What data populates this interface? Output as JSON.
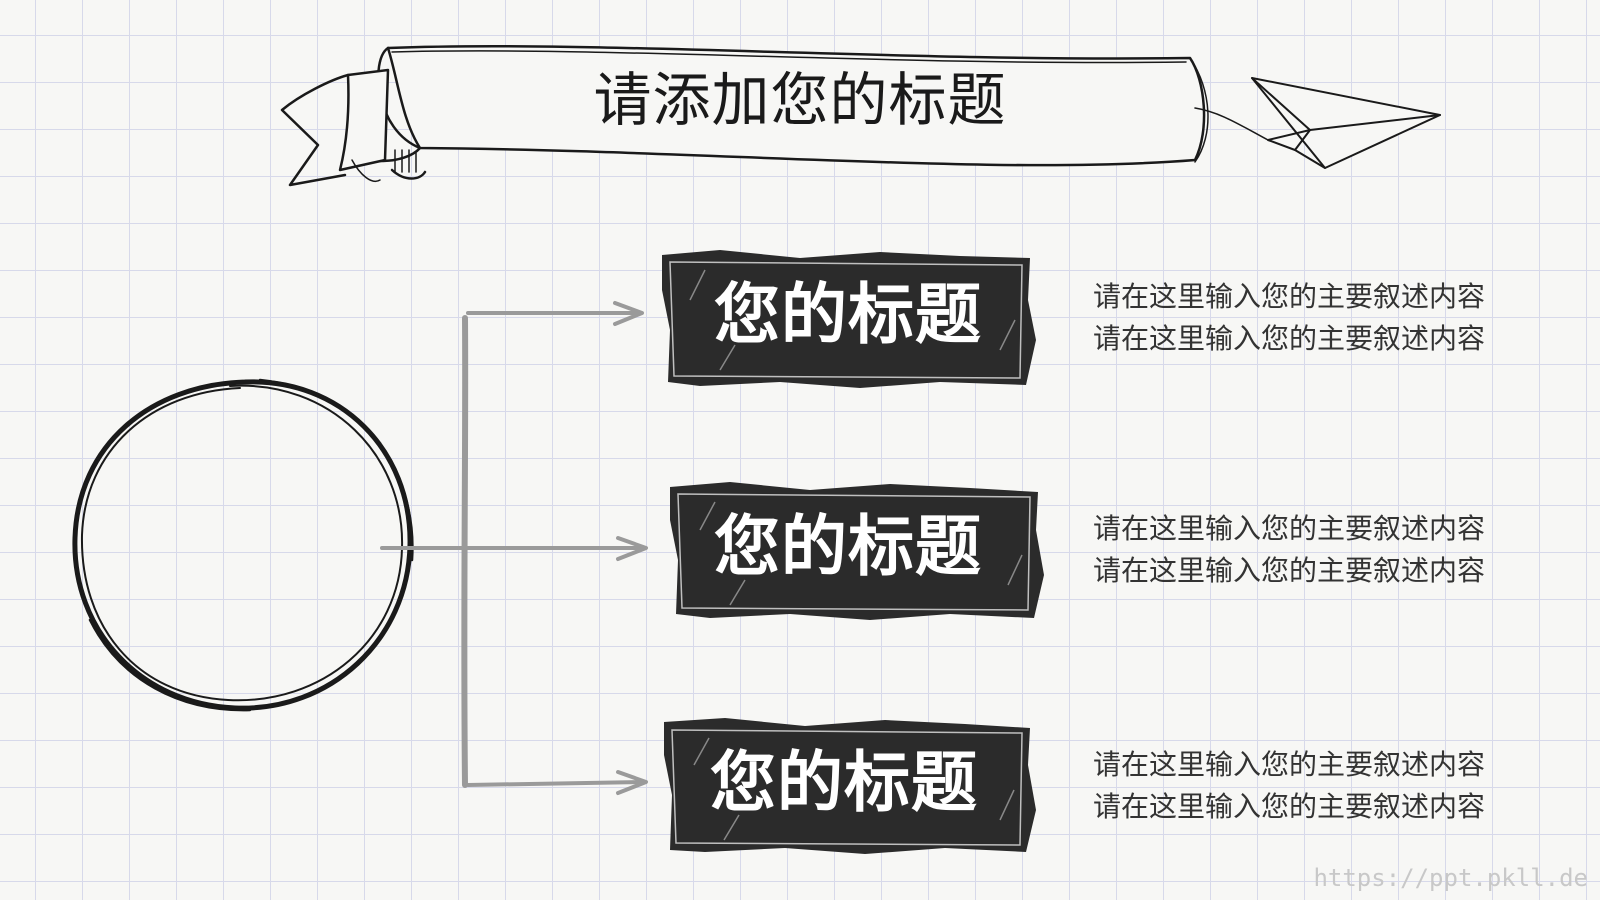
{
  "slide": {
    "title": "请添加您的标题",
    "items": [
      {
        "heading": "您的标题",
        "lines": [
          "请在这里输入您的主要叙述内容",
          "请在这里输入您的主要叙述内容"
        ]
      },
      {
        "heading": "您的标题",
        "lines": [
          "请在这里输入您的主要叙述内容",
          "请在这里输入您的主要叙述内容"
        ]
      },
      {
        "heading": "您的标题",
        "lines": [
          "请在这里输入您的主要叙述内容",
          "请在这里输入您的主要叙述内容"
        ]
      }
    ]
  },
  "watermark": "https://ppt.pkll.de",
  "colors": {
    "ink": "#1a1a1a",
    "box_fill": "#2b2b2b",
    "connector": "#9a9a9a",
    "grid": "#d7d9ea"
  },
  "icons": [
    "ribbon-banner-icon",
    "paper-plane-icon",
    "sketch-circle-icon",
    "arrow-right-icon"
  ]
}
